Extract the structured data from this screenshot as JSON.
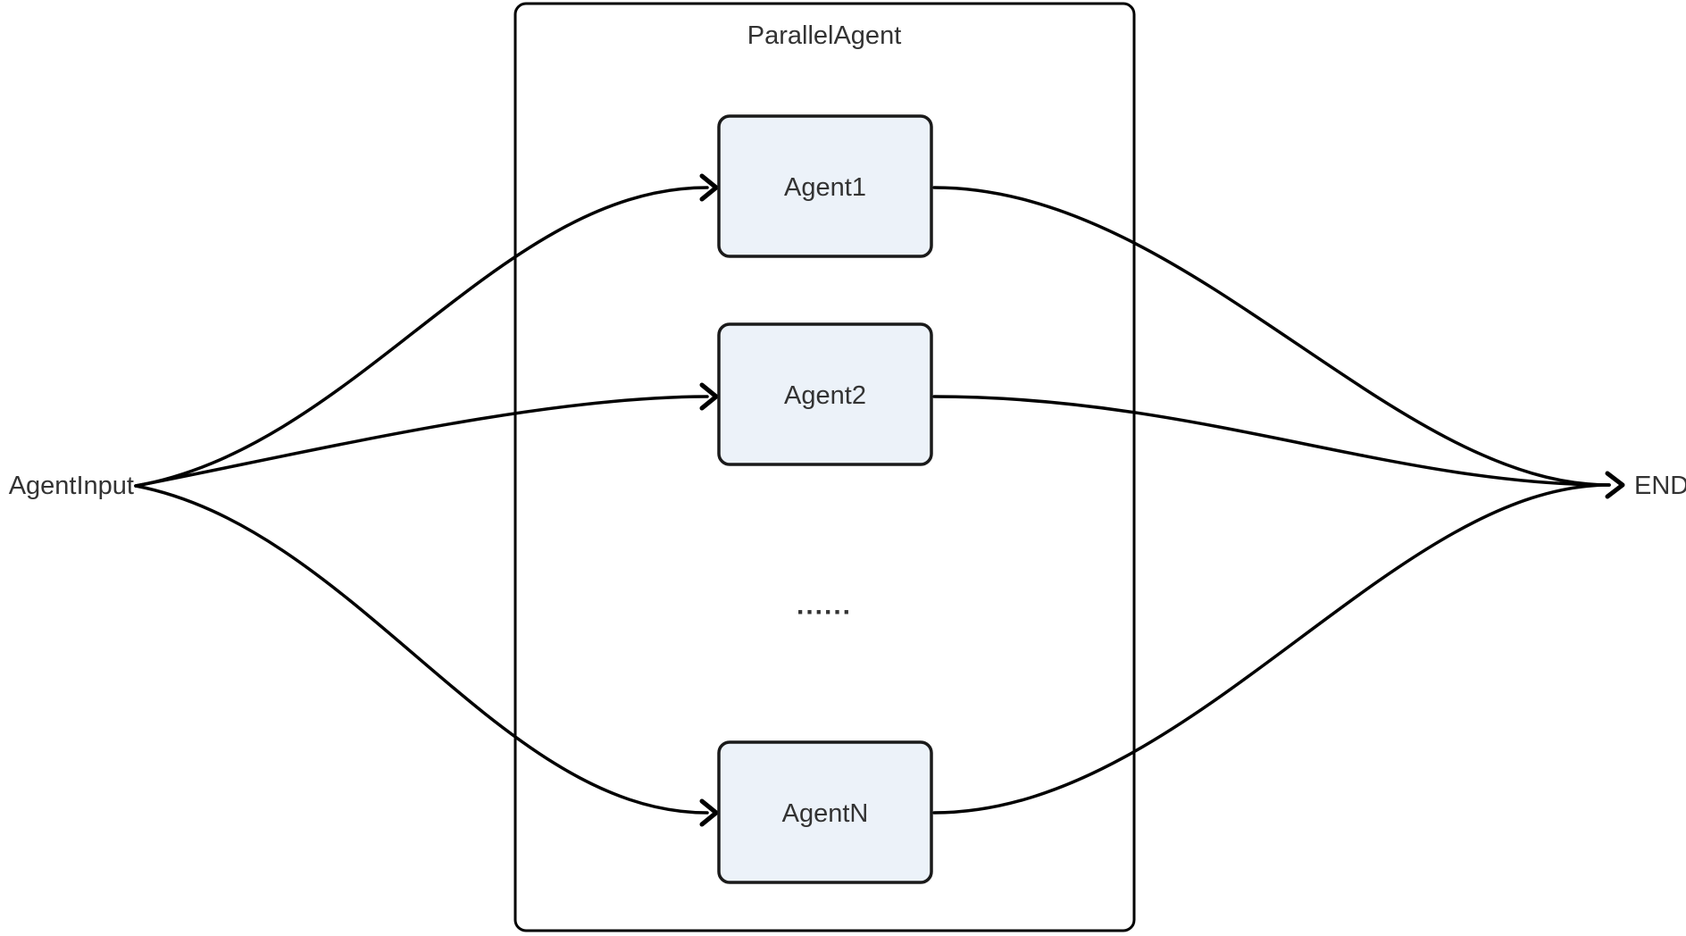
{
  "diagram": {
    "type": "flowchart",
    "container_title": "ParallelAgent",
    "input_label": "AgentInput",
    "end_label": "END",
    "ellipsis": "......",
    "nodes": [
      {
        "label": "Agent1"
      },
      {
        "label": "Agent2"
      },
      {
        "label": "AgentN"
      }
    ],
    "edges": [
      {
        "from": "AgentInput",
        "to": "Agent1"
      },
      {
        "from": "AgentInput",
        "to": "Agent2"
      },
      {
        "from": "AgentInput",
        "to": "AgentN"
      },
      {
        "from": "Agent1",
        "to": "END"
      },
      {
        "from": "Agent2",
        "to": "END"
      },
      {
        "from": "AgentN",
        "to": "END"
      }
    ],
    "colors": {
      "background": "#ffffff",
      "node_fill": "#ecf2f9",
      "node_border": "#1a1a1a",
      "container_border": "#000000",
      "edge_stroke": "#000000",
      "text": "#333333"
    }
  }
}
